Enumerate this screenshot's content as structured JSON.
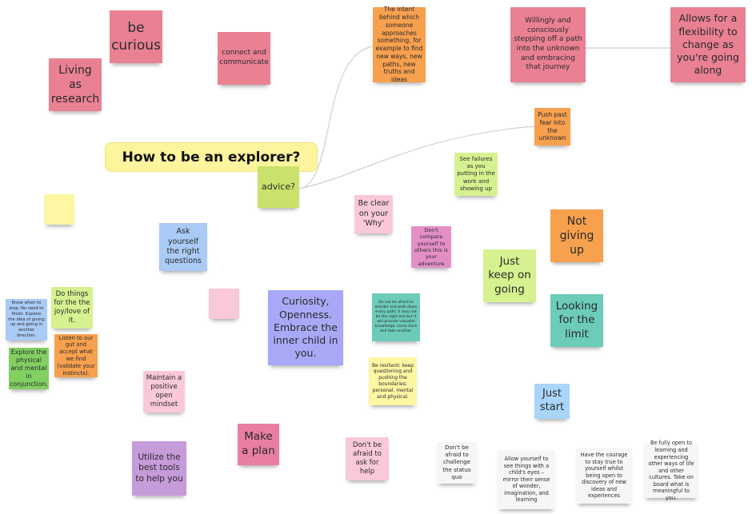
{
  "board": {
    "title": "How to be an explorer?",
    "notes": [
      {
        "text": "be curious",
        "color": "#e98193"
      },
      {
        "text": "Living as research",
        "color": "#e98193"
      },
      {
        "text": "connect and communicate",
        "color": "#e98193"
      },
      {
        "text": "The intent behind which someone approaches something, for example to find new ways, new paths, new truths and ideas",
        "color": "#f7a04e"
      },
      {
        "text": "Willingly and consciously stepping off a path into the unknown and embracing that journey",
        "color": "#e98193"
      },
      {
        "text": "Allows for a flexibility to change as you're going along",
        "color": "#e98193"
      },
      {
        "text": "Push past fear into the unknown",
        "color": "#f7a04e"
      },
      {
        "text": "advice?",
        "color": "#c9e26b"
      },
      {
        "text": "See failures as you putting in the work and showing up",
        "color": "#d6f290"
      },
      {
        "text": "",
        "color": "#fdf6a3"
      },
      {
        "text": "Be clear on your 'Why'",
        "color": "#f9c9d8"
      },
      {
        "text": "Ask yourself the right questions",
        "color": "#aacbf6"
      },
      {
        "text": "Don't compare yourself to others this is your adventure",
        "color": "#e38fc6"
      },
      {
        "text": "Not giving up",
        "color": "#f7a04e"
      },
      {
        "text": "Just keep on going",
        "color": "#d6f290"
      },
      {
        "text": "Looking for the limit",
        "color": "#6ccbb9"
      },
      {
        "text": "",
        "color": "#f9c9d8"
      },
      {
        "text": "Curiosity, Openness. Embrace the inner child in you.",
        "color": "#a8a9f6"
      },
      {
        "text": "Do not be afraid to wander and walk down every path; it may not be the right one but it will provide valuable knowledge: come back and take another.",
        "color": "#6ccbb9"
      },
      {
        "text": "Be resilient: keep questioning and pushing the boundaries; personal, mental and physical.",
        "color": "#fdf6a3"
      },
      {
        "text": "Know when to stop. No need to finish. Explore the idea of giving up and going in another direction.",
        "color": "#aacbf6"
      },
      {
        "text": "Do things for the the joy/love of it.",
        "color": "#d6f290"
      },
      {
        "text": "Listen to our gut and accept what we find (validate your instincts).",
        "color": "#f7a04e"
      },
      {
        "text": "Explore the physical and mental in conjunction.",
        "color": "#82cf62"
      },
      {
        "text": "Maintain a positive open mindset",
        "color": "#f9c9d8"
      },
      {
        "text": "Just start",
        "color": "#aad5fa"
      },
      {
        "text": "Make a plan",
        "color": "#e97ea3"
      },
      {
        "text": "Don't be afraid to ask for help",
        "color": "#f9c9d8"
      },
      {
        "text": "Utilize the best tools to help you",
        "color": "#c69bd9"
      },
      {
        "text": "Don't be afraid to challenge the status quo",
        "color": "#f6f6f6"
      },
      {
        "text": "Allow yourself to see things with a child's eyes – mirror their sense of wonder, imagination, and learning",
        "color": "#f6f6f6"
      },
      {
        "text": "Have the courage to stay true to yourself whilst being open to discovery of new ideas and experiences",
        "color": "#f6f6f6"
      },
      {
        "text": "Be fully open to learning and experiencing other ways of life and other cultures. Take on board what is meaningful to you.",
        "color": "#f6f6f6"
      }
    ]
  }
}
